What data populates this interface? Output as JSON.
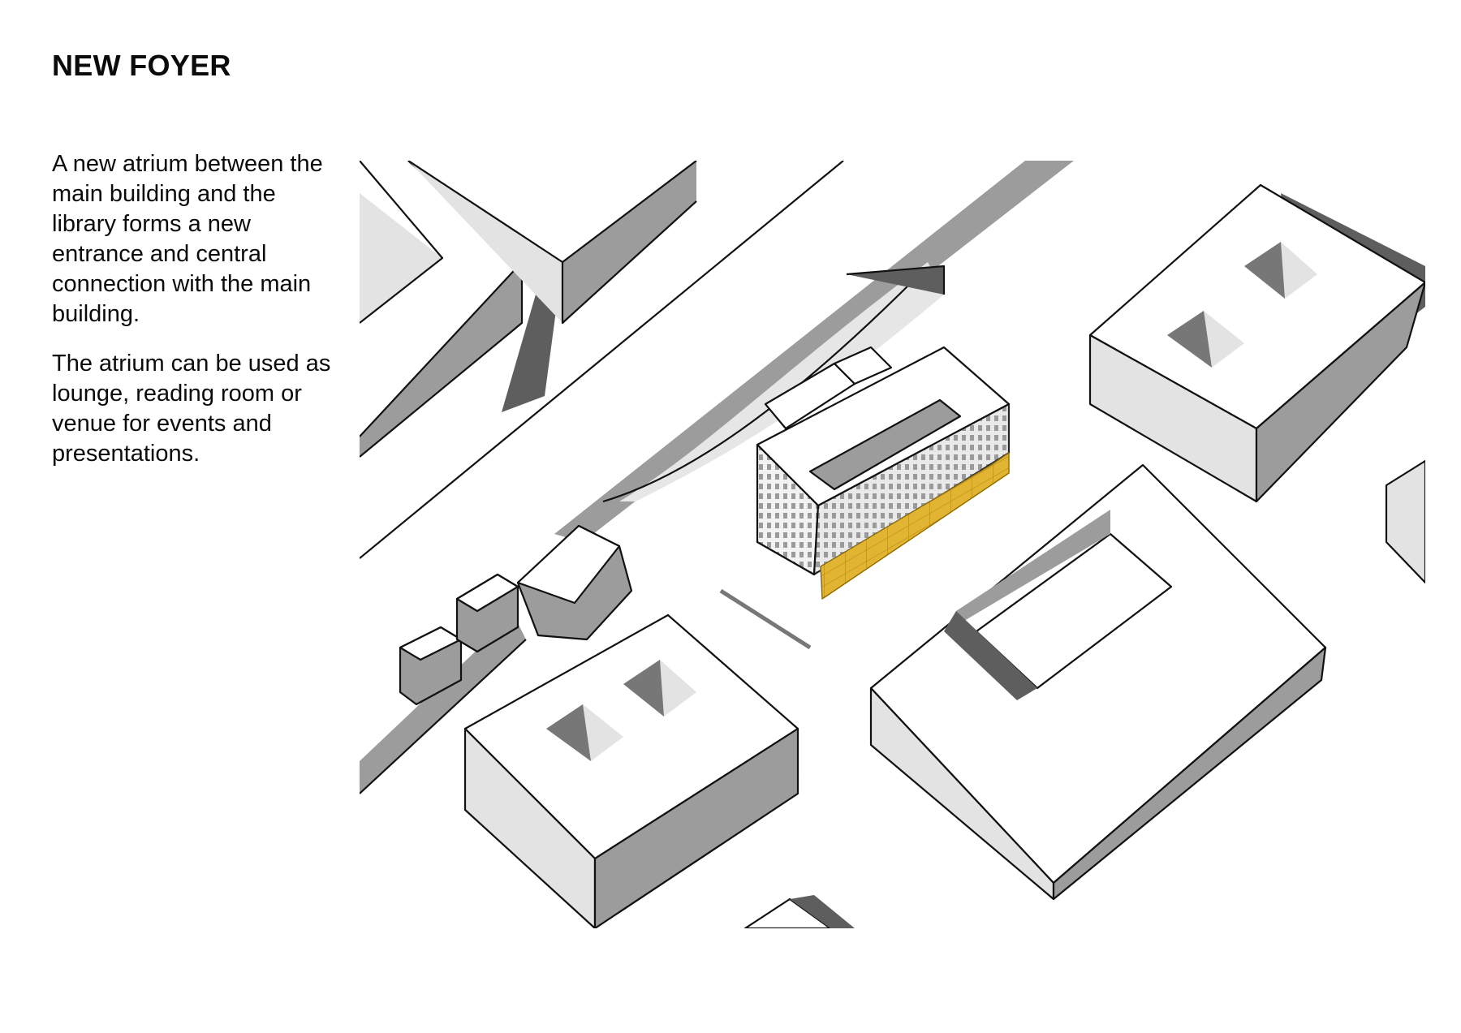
{
  "title": "NEW FOYER",
  "paragraphs": [
    "A new atrium between the main building and the library forms a new entrance and central connection with the main building.",
    "The atrium can be used as lounge, reading room or venue for events and presentations."
  ],
  "colors": {
    "outline": "#111111",
    "top_face": "#ffffff",
    "light_face": "#e3e3e3",
    "mid_face": "#9c9c9c",
    "shadow": "#5e5e5e",
    "atrium": "#e1b431"
  }
}
